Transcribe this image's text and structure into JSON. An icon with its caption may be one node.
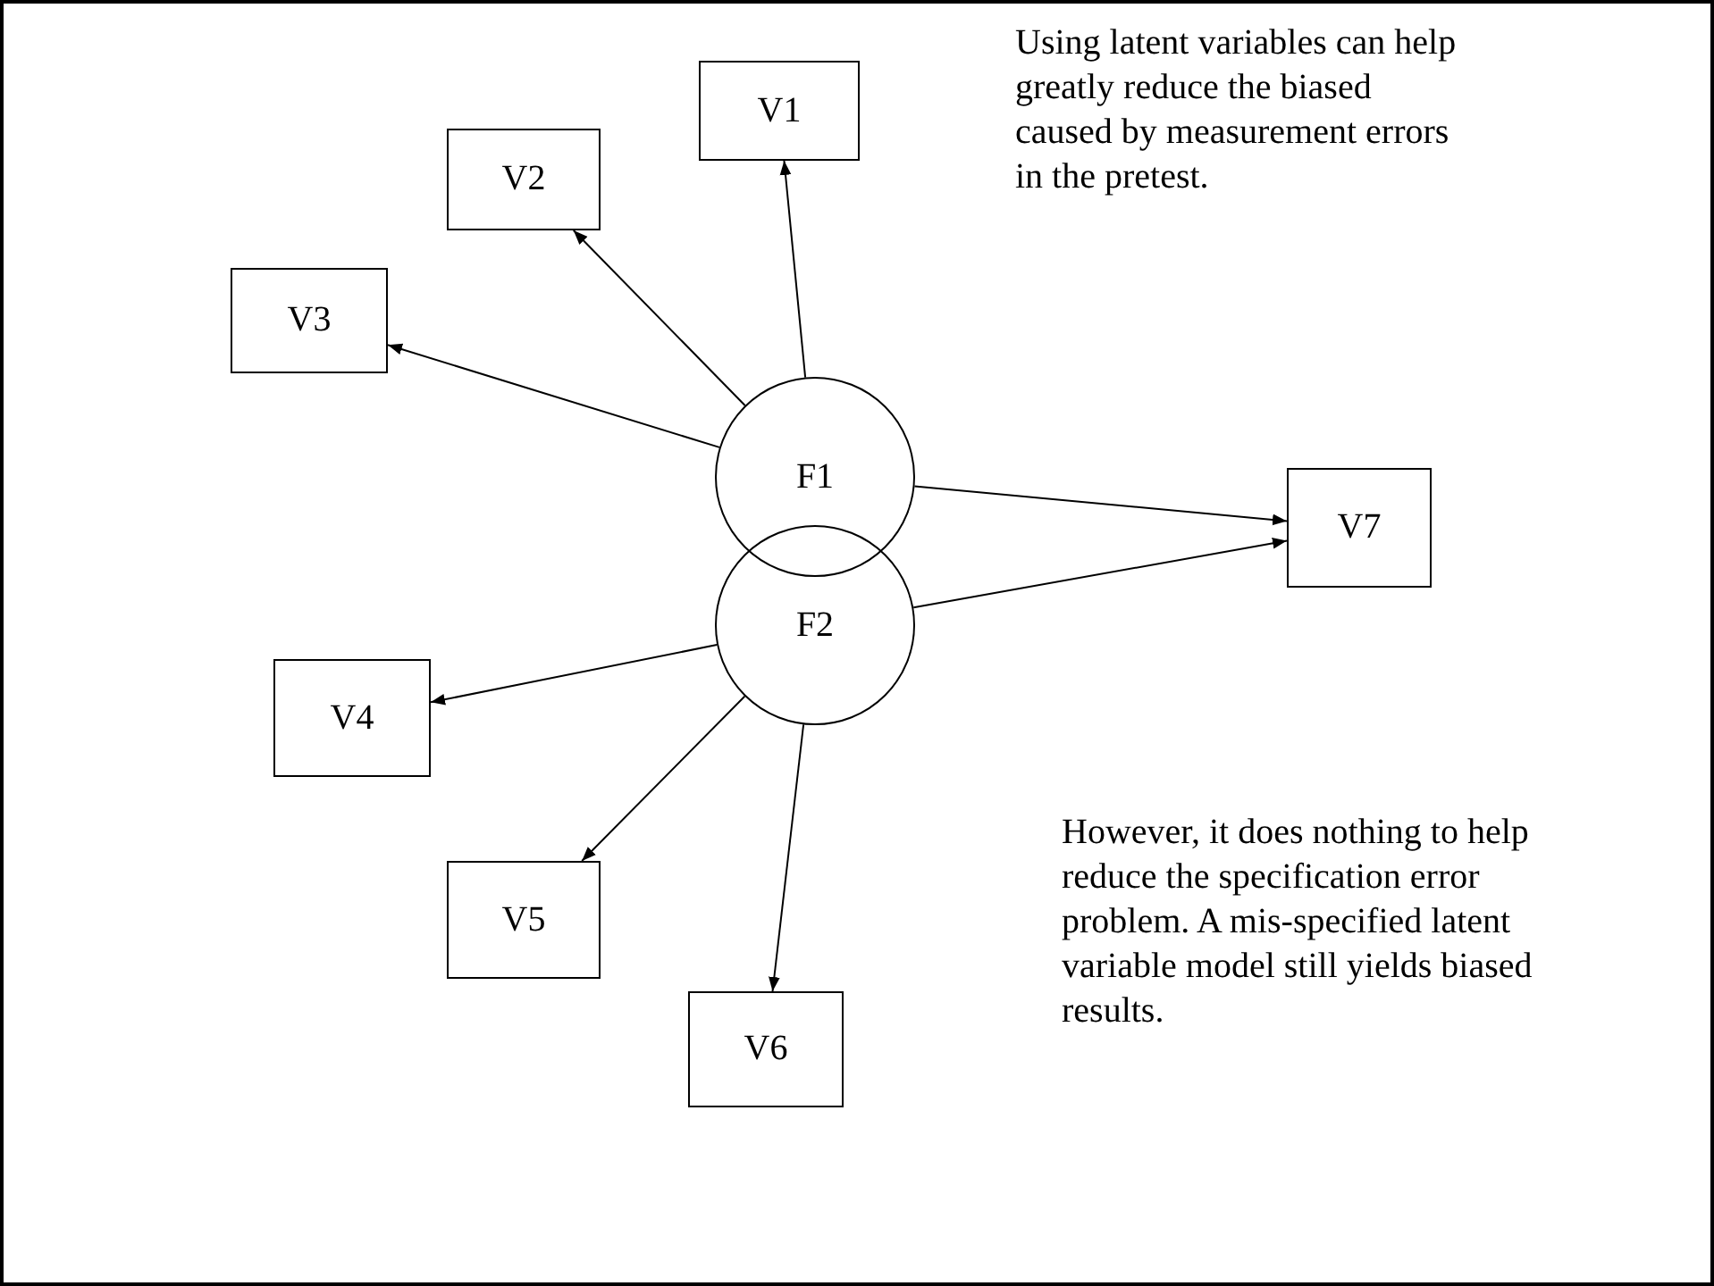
{
  "diagram": {
    "nodes": [
      {
        "text": [
          "V1"
        ]
      },
      {
        "text": [
          "V2"
        ]
      },
      {
        "text": [
          "V3"
        ]
      },
      {
        "text": [
          "F1"
        ]
      },
      {
        "text": [
          "V7"
        ]
      },
      {
        "text": [
          "F2"
        ]
      },
      {
        "text": [
          "V4"
        ]
      },
      {
        "text": [
          "V5"
        ]
      },
      {
        "text": [
          "V6"
        ]
      }
    ],
    "edges": [
      {
        "from": 3,
        "to": 0,
        "arrow": "to"
      },
      {
        "from": 3,
        "to": 1,
        "arrow": "to"
      },
      {
        "from": 3,
        "to": 2,
        "arrow": "to"
      },
      {
        "from": 3,
        "to": 4,
        "arrow": "to"
      },
      {
        "from": 5,
        "to": 4,
        "arrow": "to"
      },
      {
        "from": 5,
        "to": 6,
        "arrow": "to"
      },
      {
        "from": 5,
        "to": 7,
        "arrow": "to"
      },
      {
        "from": 5,
        "to": 8,
        "arrow": "to"
      }
    ],
    "labels": [
      "Using latent variables can help greatly reduce the biased caused by measurement errors in the pretest.",
      "However, it does nothing to help reduce the specification error problem. A mis-specified latent variable model still yields biased results."
    ]
  }
}
